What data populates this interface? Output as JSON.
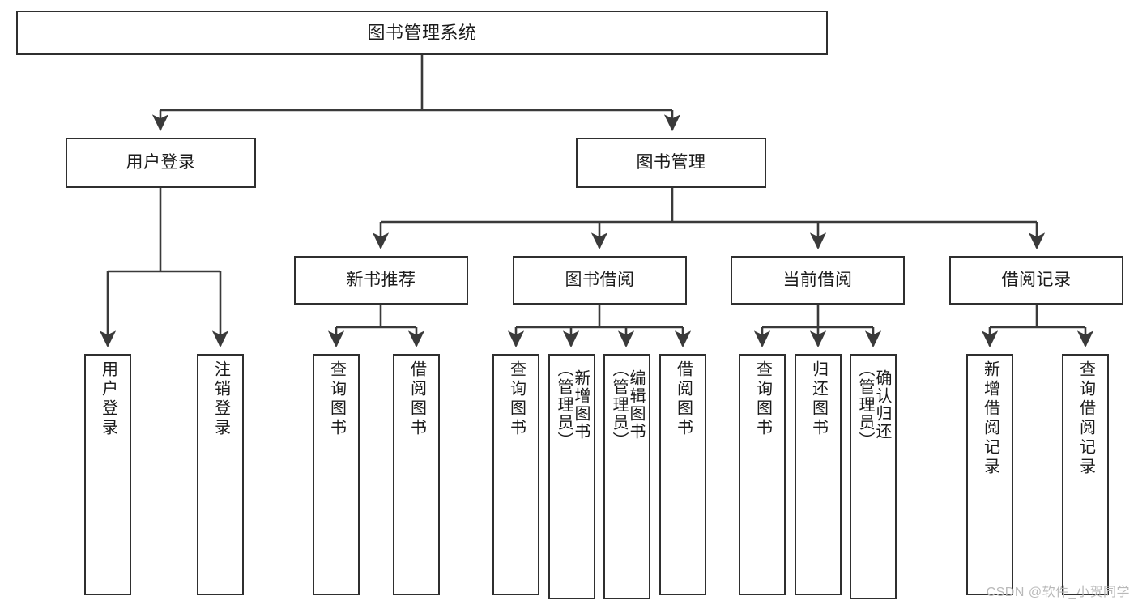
{
  "diagram": {
    "type": "tree",
    "title": "图书管理系统",
    "orientation": "top-down",
    "colors": {
      "box_border": "#2f2f2f",
      "box_fill": "#ffffff",
      "connector": "#3a3a3a",
      "text": "#1b1b1b",
      "watermark": "#b9b9b9"
    },
    "root": {
      "label": "图书管理系统"
    },
    "level2": [
      {
        "label": "用户登录"
      },
      {
        "label": "图书管理"
      }
    ],
    "level3": [
      {
        "label": "新书推荐"
      },
      {
        "label": "图书借阅"
      },
      {
        "label": "当前借阅"
      },
      {
        "label": "借阅记录"
      }
    ],
    "leaves": {
      "user_login": [
        {
          "label": "用户登录"
        },
        {
          "label": "注销登录"
        }
      ],
      "new_book_recommend": [
        {
          "label": "查询图书"
        },
        {
          "label": "借阅图书"
        }
      ],
      "book_borrow": [
        {
          "label": "查询图书"
        },
        {
          "label": "新增图书\n（管理员）"
        },
        {
          "label": "编辑图书\n（管理员）"
        },
        {
          "label": "借阅图书"
        }
      ],
      "current_borrow": [
        {
          "label": "查询图书"
        },
        {
          "label": "归还图书"
        },
        {
          "label": "确认归还\n（管理员）"
        }
      ],
      "borrow_record": [
        {
          "label": "新增借阅记录"
        },
        {
          "label": "查询借阅记录"
        }
      ]
    }
  },
  "watermark": {
    "text": "CSDN @软件_小贺同学"
  }
}
